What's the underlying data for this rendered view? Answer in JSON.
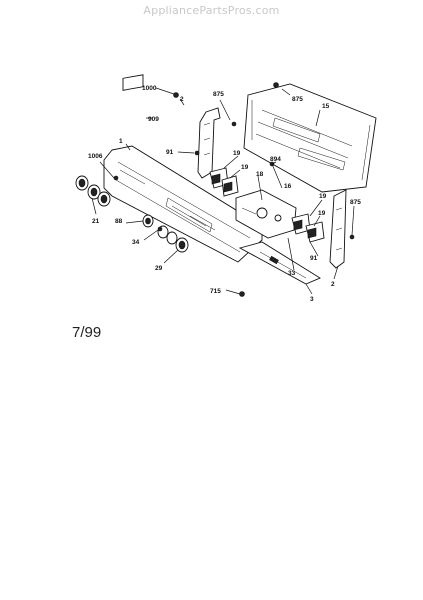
{
  "watermark": "AppliancePartsPros.com",
  "date": "7/99",
  "part_labels": {
    "l1000": "1000",
    "l909": "909",
    "l2a": "2",
    "l875a": "875",
    "l875b": "875",
    "l15": "15",
    "l1": "1",
    "l91a": "91",
    "l19a": "19",
    "l894": "894",
    "l1006": "1006",
    "l19b": "19",
    "l18": "18",
    "l16": "16",
    "l21": "21",
    "l19c": "19",
    "l875c": "875",
    "l88": "88",
    "l19d": "19",
    "l34": "34",
    "l91b": "91",
    "l29": "29",
    "l33": "33",
    "l2b": "2",
    "l715": "715",
    "l3": "3"
  }
}
